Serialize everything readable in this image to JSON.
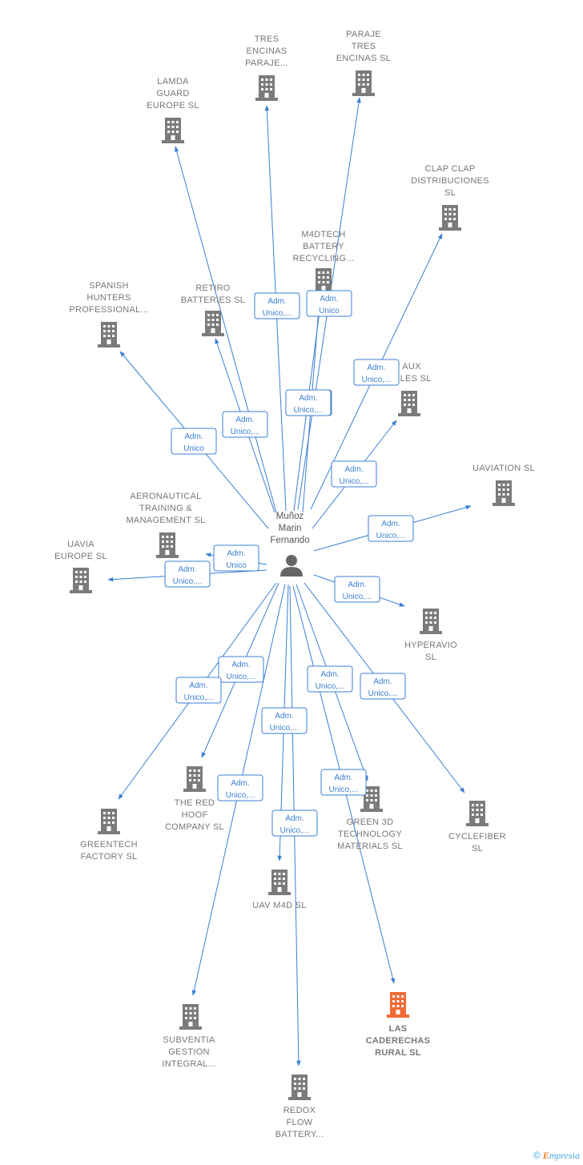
{
  "colors": {
    "edge": "#3b7fd4",
    "building": "#7b7b7b",
    "target_building": "#f26a35",
    "label": "#777777"
  },
  "center": {
    "name_lines": [
      "Muñoz",
      "Marin",
      "Fernando"
    ],
    "icon": "person-icon"
  },
  "nodes": [
    {
      "id": "lamda",
      "lines": [
        "LAMDA",
        "GUARD",
        "EUROPE  SL"
      ],
      "target": false
    },
    {
      "id": "tres-encinas",
      "lines": [
        "TRES",
        "ENCINAS",
        "PARAJE..."
      ],
      "target": false
    },
    {
      "id": "paraje-tres",
      "lines": [
        "PARAJE",
        "TRES",
        "ENCINAS  SL"
      ],
      "target": false
    },
    {
      "id": "clap",
      "lines": [
        "CLAP CLAP",
        "DISTRIBUCIONES",
        "SL"
      ],
      "target": false
    },
    {
      "id": "m4dtech",
      "lines": [
        "M4DTECH",
        "BATTERY",
        "RECYCLING..."
      ],
      "target": false
    },
    {
      "id": "spanish",
      "lines": [
        "SPANISH",
        "HUNTERS",
        "PROFESSIONAL..."
      ],
      "target": false
    },
    {
      "id": "retiro",
      "lines": [
        "RETIRO",
        "BATTERIES  SL"
      ],
      "target": false
    },
    {
      "id": "aux",
      "lines": [
        "AUX",
        "TILES  SL"
      ],
      "target": false
    },
    {
      "id": "uaviation",
      "lines": [
        "UAVIATION  SL"
      ],
      "target": false
    },
    {
      "id": "aeronautical",
      "lines": [
        "AERONAUTICAL",
        "TRAINING &",
        "MANAGEMENT SL"
      ],
      "target": false
    },
    {
      "id": "uavia",
      "lines": [
        "UAVIA",
        "EUROPE  SL"
      ],
      "target": false
    },
    {
      "id": "hyperavio",
      "lines": [
        "HYPERAVIO",
        "SL"
      ],
      "target": false
    },
    {
      "id": "red-hoof",
      "lines": [
        "THE RED",
        "HOOF",
        "COMPANY  SL"
      ],
      "target": false
    },
    {
      "id": "greentech",
      "lines": [
        "GREENTECH",
        "FACTORY  SL"
      ],
      "target": false
    },
    {
      "id": "green3d",
      "lines": [
        "GREEN 3D",
        "TECHNOLOGY",
        "MATERIALS  SL"
      ],
      "target": false
    },
    {
      "id": "cyclefiber",
      "lines": [
        "CYCLEFIBER",
        "SL"
      ],
      "target": false
    },
    {
      "id": "uav-m4d",
      "lines": [
        "UAV M4D  SL"
      ],
      "target": false
    },
    {
      "id": "subventia",
      "lines": [
        "SUBVENTIA",
        "GESTION",
        "INTEGRAL..."
      ],
      "target": false
    },
    {
      "id": "las-caderechas",
      "lines": [
        "LAS",
        "CADERECHAS",
        "RURAL  SL"
      ],
      "target": true
    },
    {
      "id": "redox",
      "lines": [
        "REDOX",
        "FLOW",
        "BATTERY..."
      ],
      "target": false
    }
  ],
  "edges": [
    {
      "to": "lamda",
      "label": [
        "Adm.",
        "Unico,..."
      ]
    },
    {
      "to": "tres-encinas",
      "label": [
        "Adm.",
        "Unico,..."
      ]
    },
    {
      "to": "paraje-tres",
      "label": [
        "Adm.",
        "Unico,..."
      ]
    },
    {
      "to": "clap",
      "label": [
        "Adm.",
        "Unico,..."
      ]
    },
    {
      "to": "m4dtech",
      "label": [
        "Adm.",
        "Unico"
      ]
    },
    {
      "to": "spanish",
      "label": [
        "Adm.",
        "Unico"
      ]
    },
    {
      "to": "retiro",
      "label": [
        "Adm.",
        "Unico,..."
      ]
    },
    {
      "to": "aux",
      "label": [
        "Adm.",
        "Unico,..."
      ]
    },
    {
      "to": "uaviation",
      "label": [
        "Adm.",
        "Unico,..."
      ]
    },
    {
      "to": "aeronautical",
      "label": [
        "Adm.",
        "Unico"
      ]
    },
    {
      "to": "uavia",
      "label": [
        "Adm.",
        "Unico,..."
      ]
    },
    {
      "to": "hyperavio",
      "label": [
        "Adm.",
        "Unico,..."
      ]
    },
    {
      "to": "red-hoof",
      "label": [
        "Adm.",
        "Unico,..."
      ]
    },
    {
      "to": "greentech",
      "label": [
        "Adm.",
        "Unico,..."
      ]
    },
    {
      "to": "green3d",
      "label": [
        "Adm.",
        "Unico,..."
      ]
    },
    {
      "to": "cyclefiber",
      "label": [
        "Adm.",
        "Unico,..."
      ]
    },
    {
      "to": "uav-m4d",
      "label": [
        "Adm.",
        "Unico,..."
      ]
    },
    {
      "to": "subventia",
      "label": [
        "Adm.",
        "Unico,..."
      ]
    },
    {
      "to": "las-caderechas",
      "label": [
        "Adm.",
        "Unico,..."
      ]
    },
    {
      "to": "redox",
      "label": [
        "Adm.",
        "Unico,..."
      ]
    },
    {
      "to": "m4dtech-2",
      "label": [
        "Adm.",
        "Unico,..."
      ]
    }
  ],
  "footer": {
    "copyright": "©",
    "brand_first": "E",
    "brand_rest": "mpresia"
  }
}
